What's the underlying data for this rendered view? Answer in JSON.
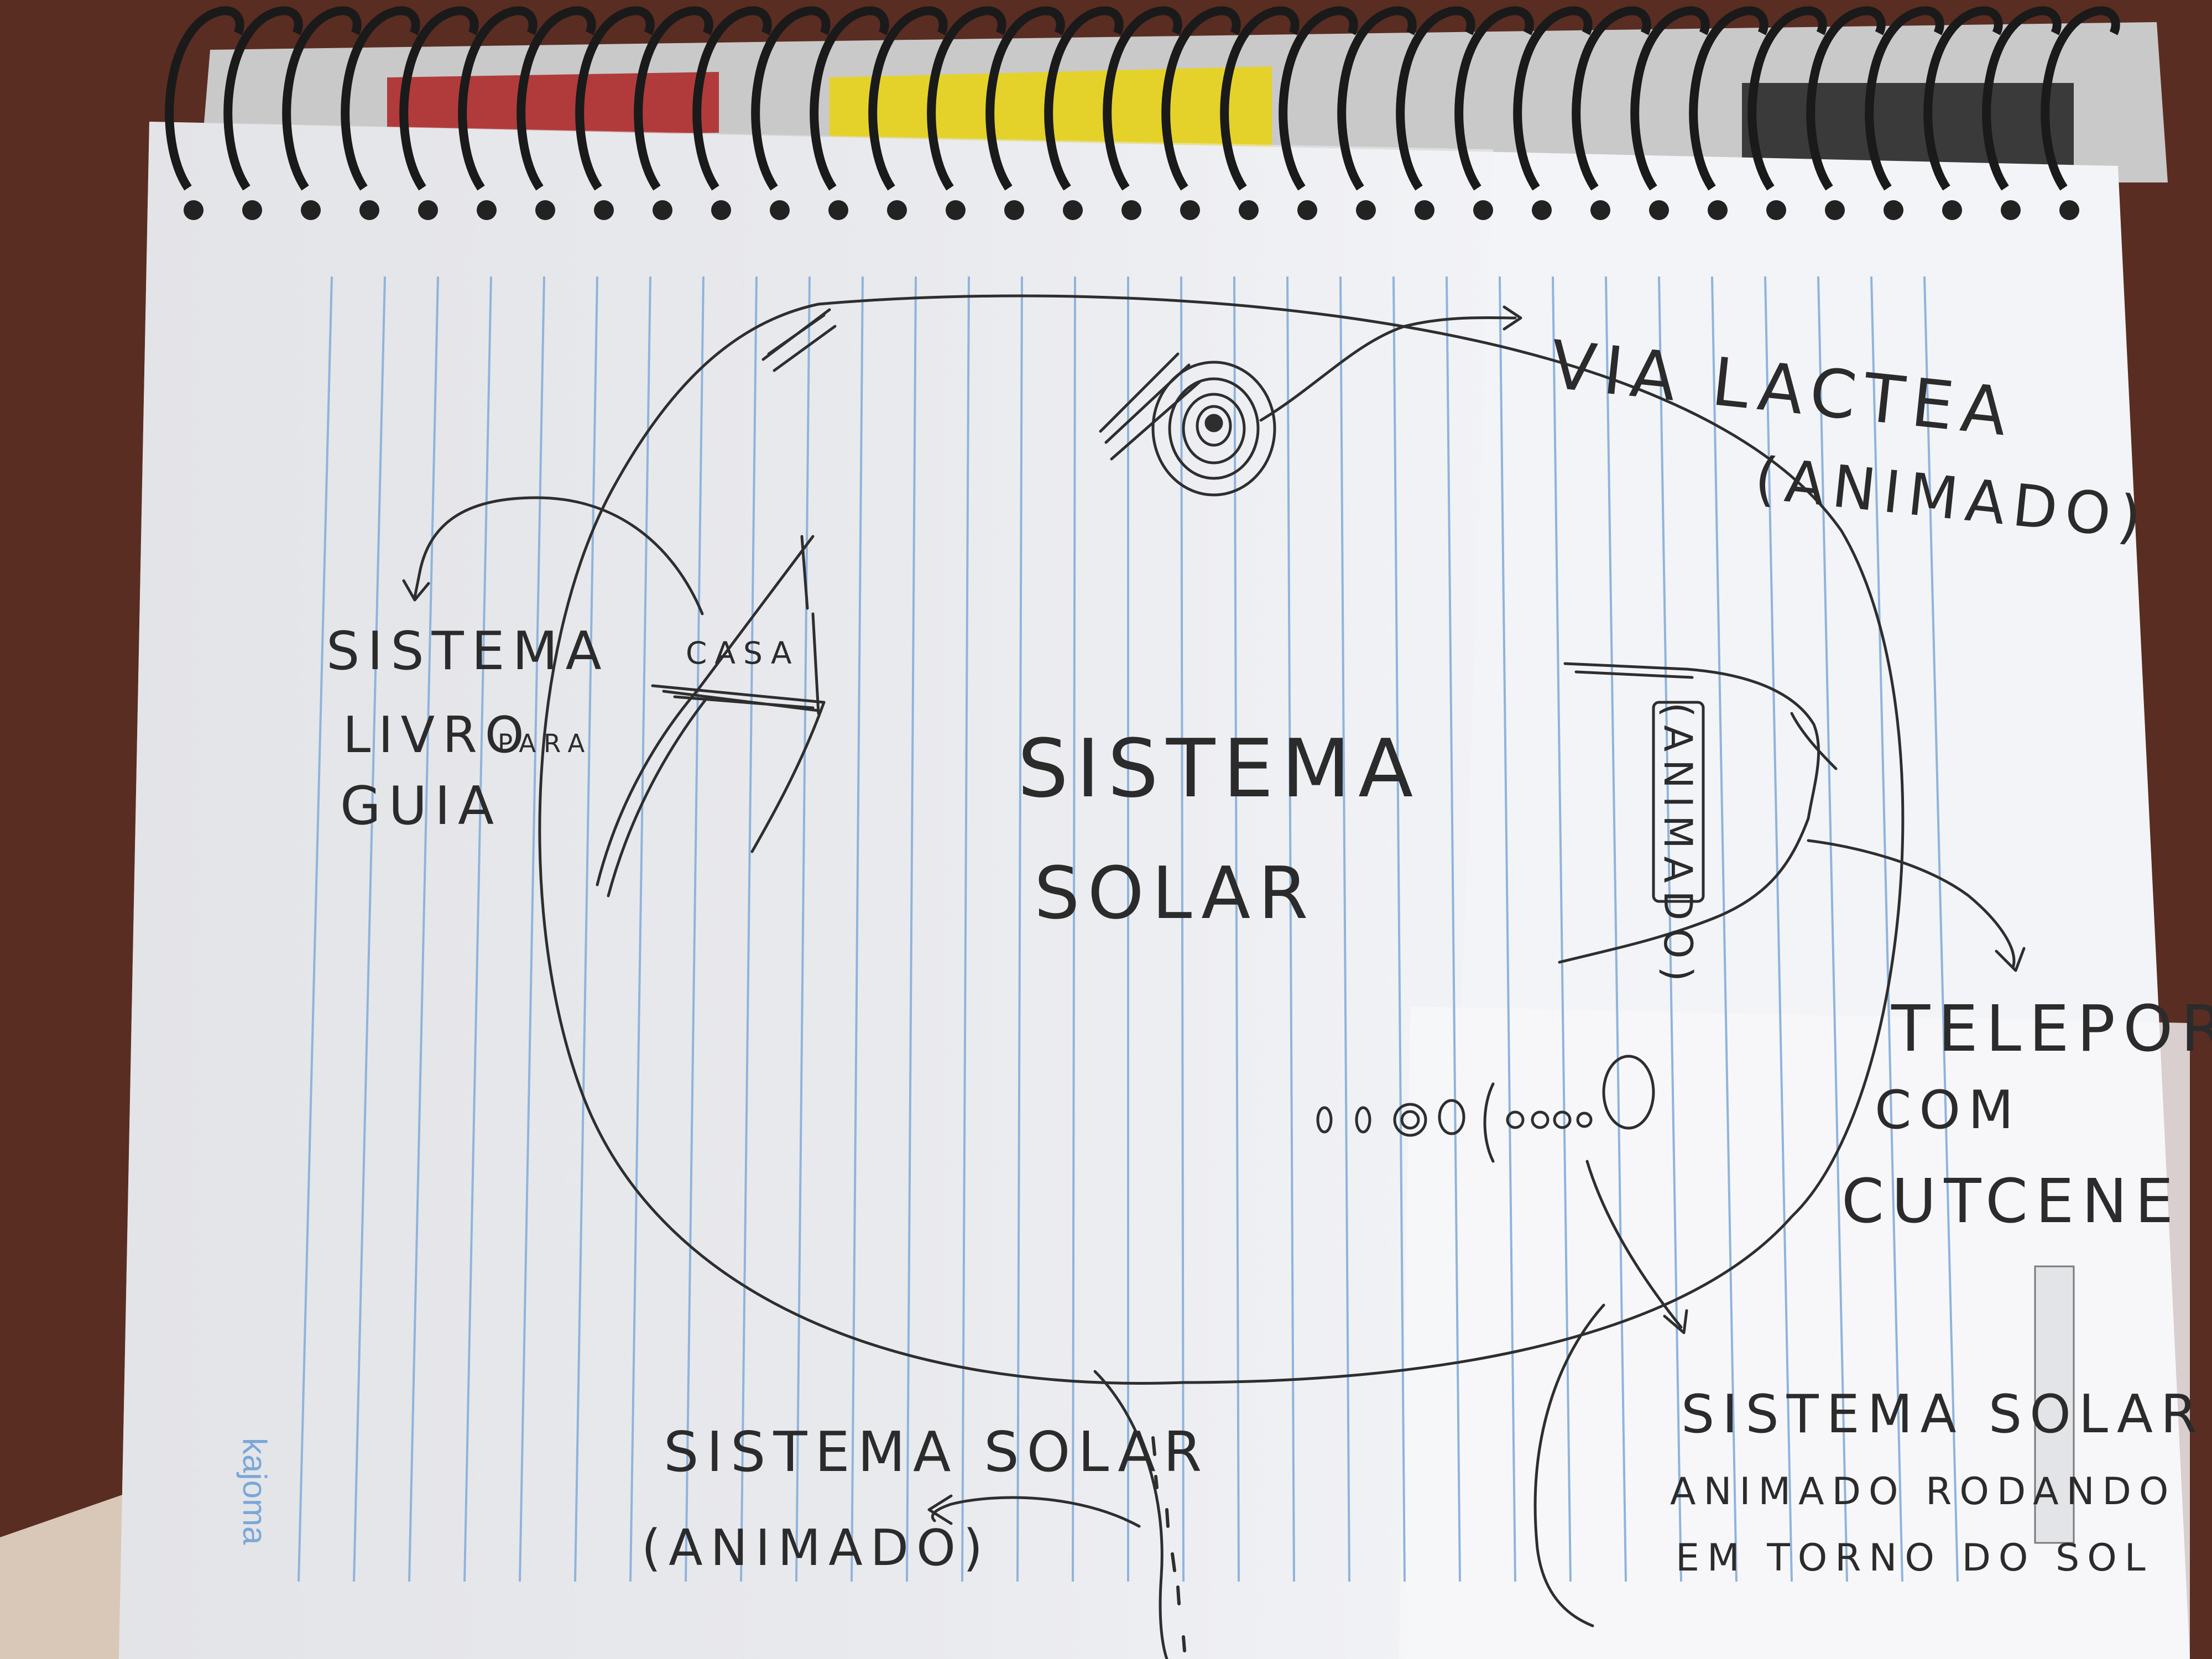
{
  "colors": {
    "table": "#5a2d22",
    "paper": "#f2f3f6",
    "rule_line": "#8fb4dc",
    "pencil": "#2b2b2b",
    "shadow": "#d8d9de",
    "brand": "#7aa7d8",
    "spiral": "#1a1a1a"
  },
  "notes": {
    "via_lactea": "VIA LACTEA",
    "via_lactea_sub": "(ANIMADO)",
    "casa": "CASA",
    "sistema_livro_1": "SISTEMA",
    "sistema_livro_2": "LIVRO",
    "sistema_livro_para": "PARA",
    "sistema_livro_3": "GUIA",
    "center_1": "SISTEMA",
    "center_2": "SOLAR",
    "right_animado": "(ANIMADO)",
    "teleporte_1": "TELEPORTE",
    "teleporte_2": "COM",
    "teleporte_3": "CUTCENE",
    "bottom_left_1": "SISTEMA SOLAR",
    "bottom_left_2": "(ANIMADO)",
    "bottom_right_1": "SISTEMA SOLAR",
    "bottom_right_2": "ANIMADO RODANDO",
    "bottom_right_3": "EM TORNO DO SOL"
  },
  "brand": {
    "text": "kajoma"
  }
}
